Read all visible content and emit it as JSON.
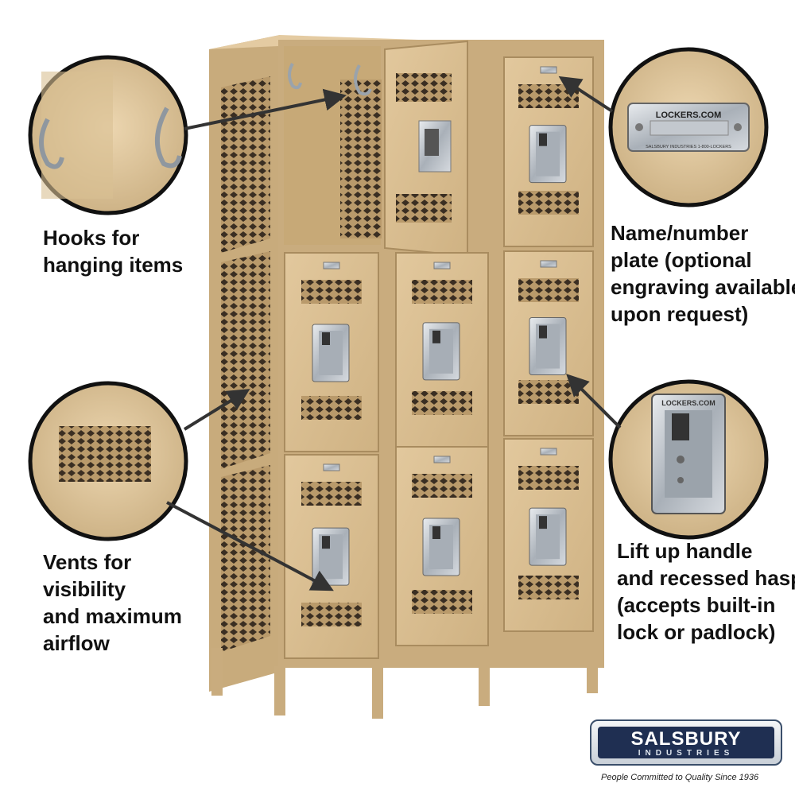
{
  "callouts": {
    "hooks": {
      "line1": "Hooks for",
      "line2": "hanging items"
    },
    "nameplate": {
      "line1": "Name/number",
      "line2": "plate (optional",
      "line3": "engraving available",
      "line4": "upon request)"
    },
    "vents": {
      "line1": "Vents for",
      "line2": "visibility",
      "line3": "and maximum",
      "line4": "airflow"
    },
    "handle": {
      "line1": "Lift up handle",
      "line2": "and recessed hasp",
      "line3": "(accepts built-in",
      "line4": "lock or padlock)"
    }
  },
  "nameplate_detail": {
    "top_text": "LOCKERS.COM",
    "bottom_text": "SALSBURY INDUSTRIES  1-800-LOCKERS"
  },
  "handle_detail": {
    "text": "LOCKERS.COM"
  },
  "brand": {
    "name": "SALSBURY",
    "subtitle": "INDUSTRIES",
    "tagline": "People Committed to Quality Since 1936"
  },
  "colors": {
    "locker_tan": "#d8bc8f",
    "locker_shadow": "#b99a6b",
    "logo_navy": "#1f2f52"
  },
  "icons": [
    "arrow-icon",
    "hook-icon",
    "vent-icon",
    "hasp-icon",
    "nameplate-icon"
  ]
}
